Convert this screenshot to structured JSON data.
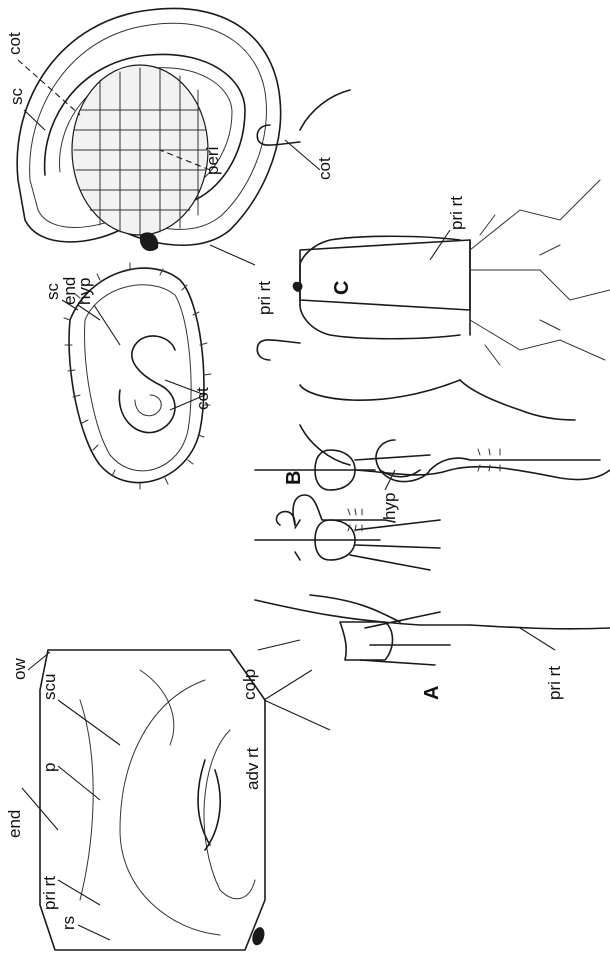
{
  "figure": {
    "panels": {
      "a": "A",
      "b": "B",
      "c": "C"
    },
    "labels": {
      "end_a": "end",
      "ow": "ow",
      "p": "p",
      "scu": "scu",
      "pri_rt_a_top": "pri rt",
      "rs": "rs",
      "adv_rt": "adv rt",
      "colp": "colp",
      "pri_rt_a_bottom": "pri rt",
      "sc_b": "sc",
      "end_b": "end",
      "hyp_b_seed": "hyp",
      "cot_b_seed": "cot",
      "hyp_b": "hyp",
      "cot_c_top": "cot",
      "sc_c": "sc",
      "peri": "peri",
      "pri_rt_c_top": "pri rt",
      "cot_c": "cot",
      "pri_rt_c": "pri rt"
    }
  }
}
